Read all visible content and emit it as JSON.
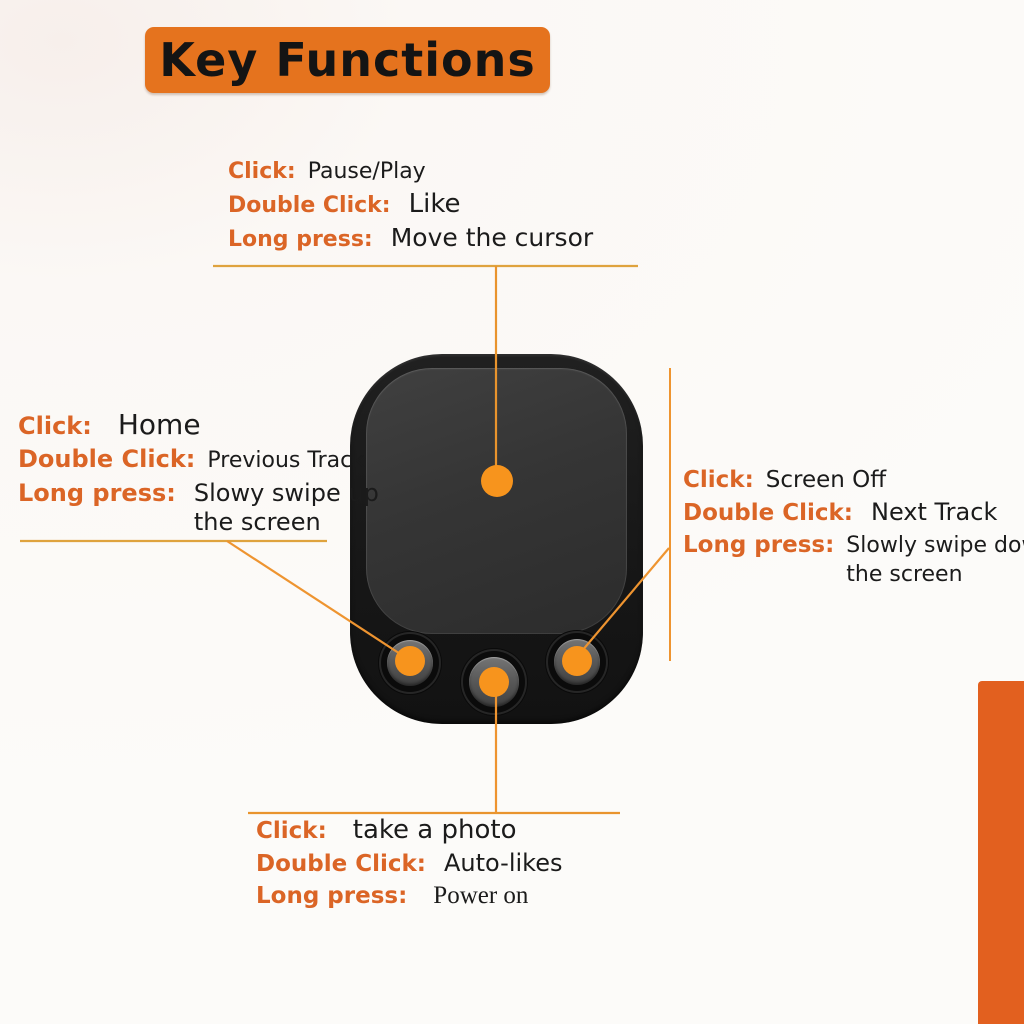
{
  "banner": {
    "title": "Key Functions",
    "bg_color": "#E5731E",
    "text_color": "#141414"
  },
  "device": {
    "name": "remote control with touchpad and three buttons",
    "body_color": "#1A1A1A",
    "touchpad_color": "#333333",
    "button_color": "#5A5A5A",
    "marker_color": "#F7941D",
    "connector_color": "#EE9430"
  },
  "side_accent_color": "#E2601F",
  "label_color": "#DB6526",
  "value_color": "#1B1B1B",
  "annotations": {
    "touchpad": {
      "rows": [
        {
          "label": "Click:",
          "value": "Pause/Play"
        },
        {
          "label": "Double Click:",
          "value": "Like"
        },
        {
          "label": "Long press:",
          "value": "Move the cursor"
        }
      ]
    },
    "left_button": {
      "rows": [
        {
          "label": "Click:",
          "value": "Home"
        },
        {
          "label": "Double Click:",
          "value": "Previous Track"
        },
        {
          "label": "Long press:",
          "value": "Slowy swipe up",
          "value_line2": "the screen"
        }
      ]
    },
    "right_button": {
      "rows": [
        {
          "label": "Click:",
          "value": "Screen Off"
        },
        {
          "label": "Double Click:",
          "value": "Next Track"
        },
        {
          "label": "Long press:",
          "value": "Slowly swipe down",
          "value_line2": "the screen"
        }
      ]
    },
    "center_button": {
      "rows": [
        {
          "label": "Click:",
          "value": "take a photo"
        },
        {
          "label": "Double Click:",
          "value": "Auto-likes"
        },
        {
          "label": "Long press:",
          "value": "Power on"
        }
      ]
    }
  }
}
